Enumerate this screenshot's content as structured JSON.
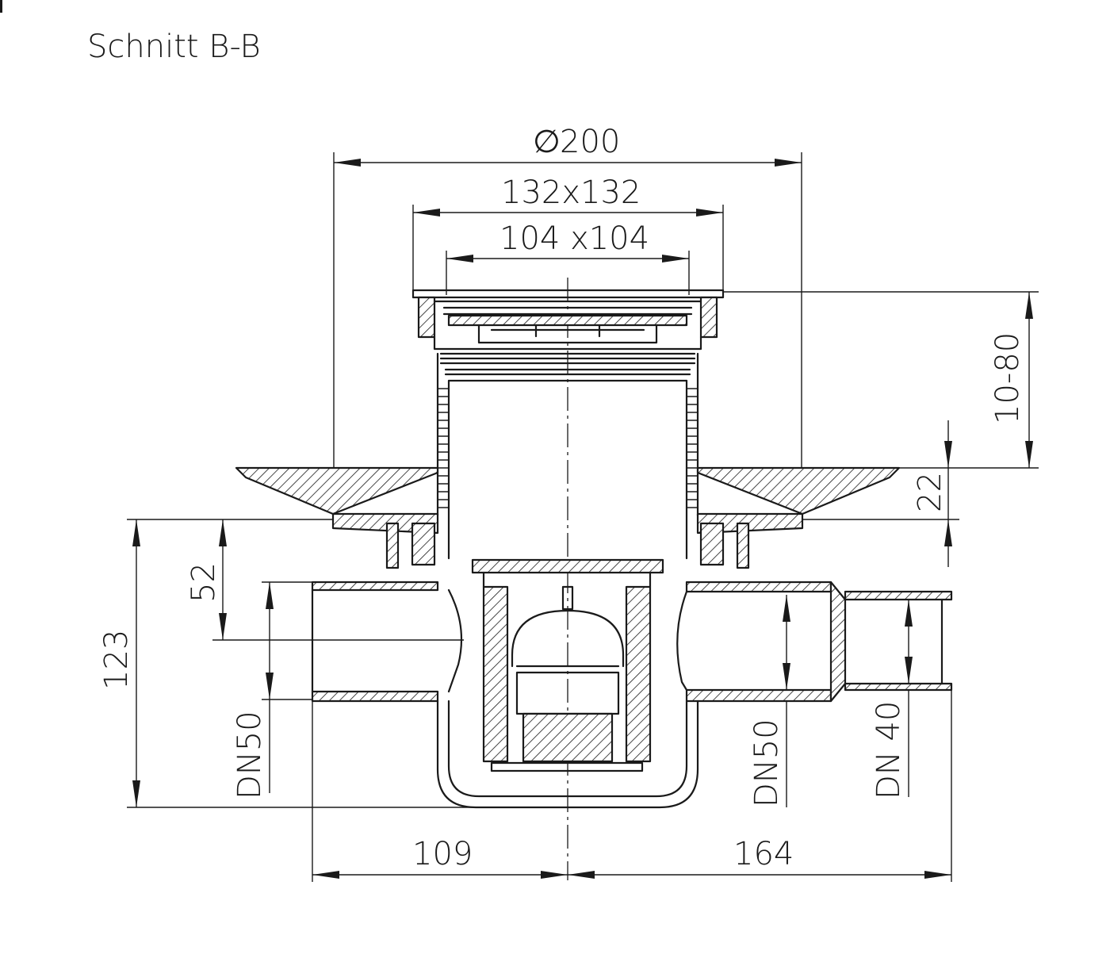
{
  "title": "Schnitt B-B",
  "dimensions": {
    "diameter_outer": "200",
    "diameter_symbol": "∅",
    "grate_outer": "132x132",
    "grate_inner": "104 x104",
    "height_adjust": "10-80",
    "flange_height": "22",
    "outlet_offset": "52",
    "total_height": "123",
    "inlet_left": "DN50",
    "outlet_right": "DN50",
    "outlet_reduced": "DN 40",
    "length_left": "109",
    "length_right": "164"
  }
}
